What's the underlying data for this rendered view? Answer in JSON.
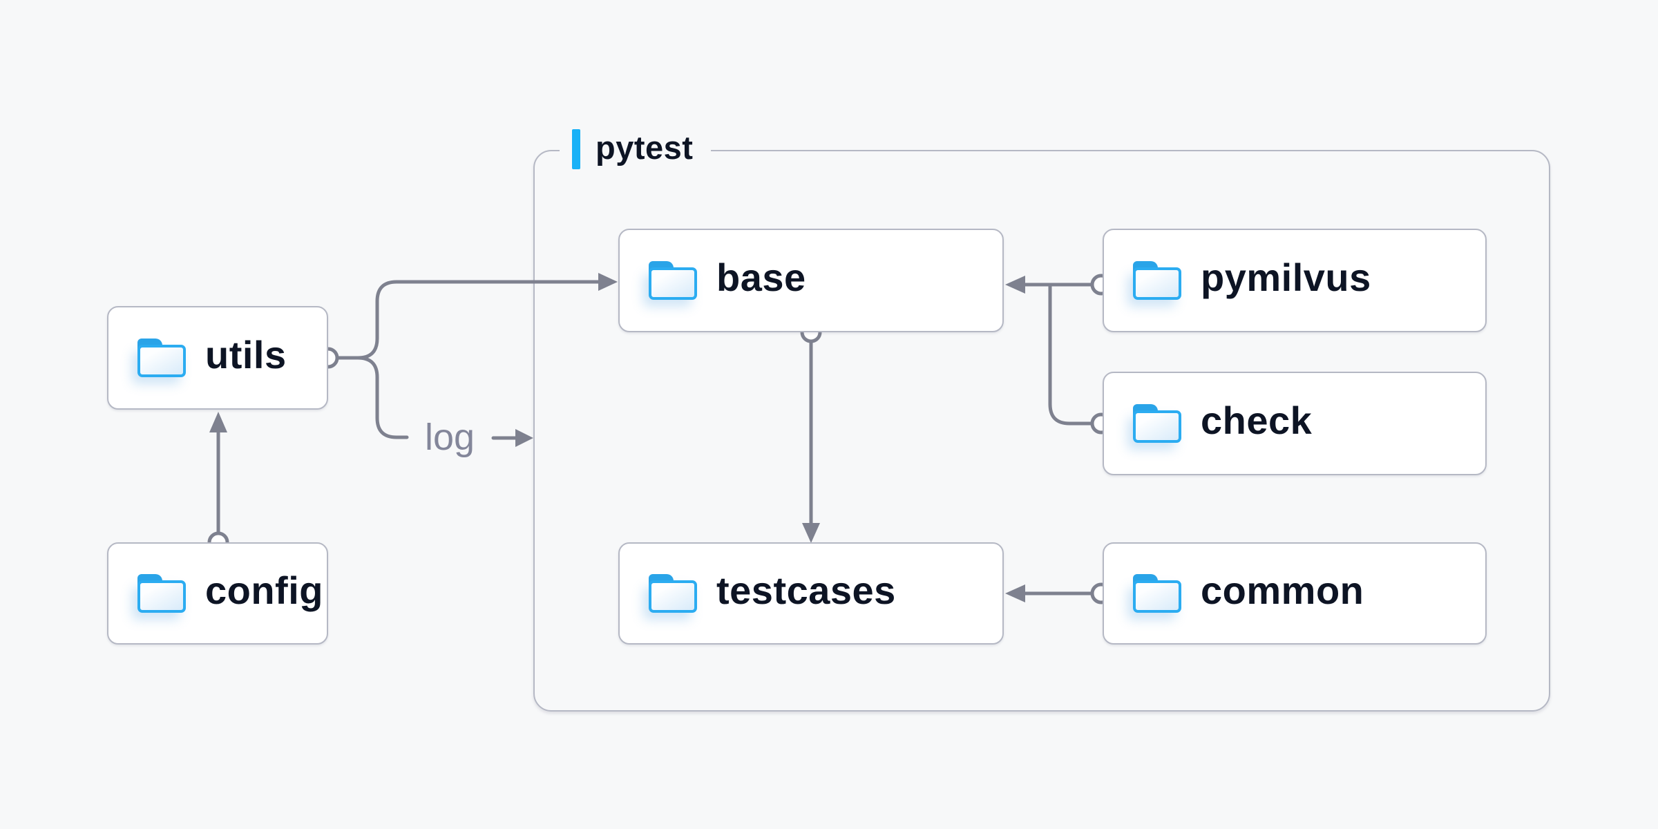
{
  "container": {
    "label": "pytest"
  },
  "nodes": {
    "utils": {
      "label": "utils",
      "icon": "folder-icon"
    },
    "config": {
      "label": "config",
      "icon": "folder-icon"
    },
    "base": {
      "label": "base",
      "icon": "folder-icon"
    },
    "pymilvus": {
      "label": "pymilvus",
      "icon": "folder-icon"
    },
    "check": {
      "label": "check",
      "icon": "folder-icon"
    },
    "testcases": {
      "label": "testcases",
      "icon": "folder-icon"
    },
    "common": {
      "label": "common",
      "icon": "folder-icon"
    }
  },
  "edge_labels": {
    "log": "log"
  },
  "edges": [
    {
      "from": "config",
      "to": "utils",
      "style": "arrow"
    },
    {
      "from": "utils",
      "to": "base",
      "style": "arrow"
    },
    {
      "from": "utils",
      "to": "pytest-container",
      "style": "arrow",
      "label": "log"
    },
    {
      "from": "pymilvus",
      "to": "base",
      "style": "arrow"
    },
    {
      "from": "check",
      "to": "base",
      "style": "arrow"
    },
    {
      "from": "base",
      "to": "testcases",
      "style": "arrow"
    },
    {
      "from": "common",
      "to": "testcases",
      "style": "arrow"
    }
  ],
  "colors": {
    "background": "#f7f8f9",
    "node_fill": "#ffffff",
    "node_border": "#b5b8c4",
    "connector": "#7e818f",
    "text_dark": "#0d1424",
    "edge_label_gray": "#83869a",
    "accent_blue": "#19b1f7",
    "folder_blue": "#2bacf1"
  }
}
